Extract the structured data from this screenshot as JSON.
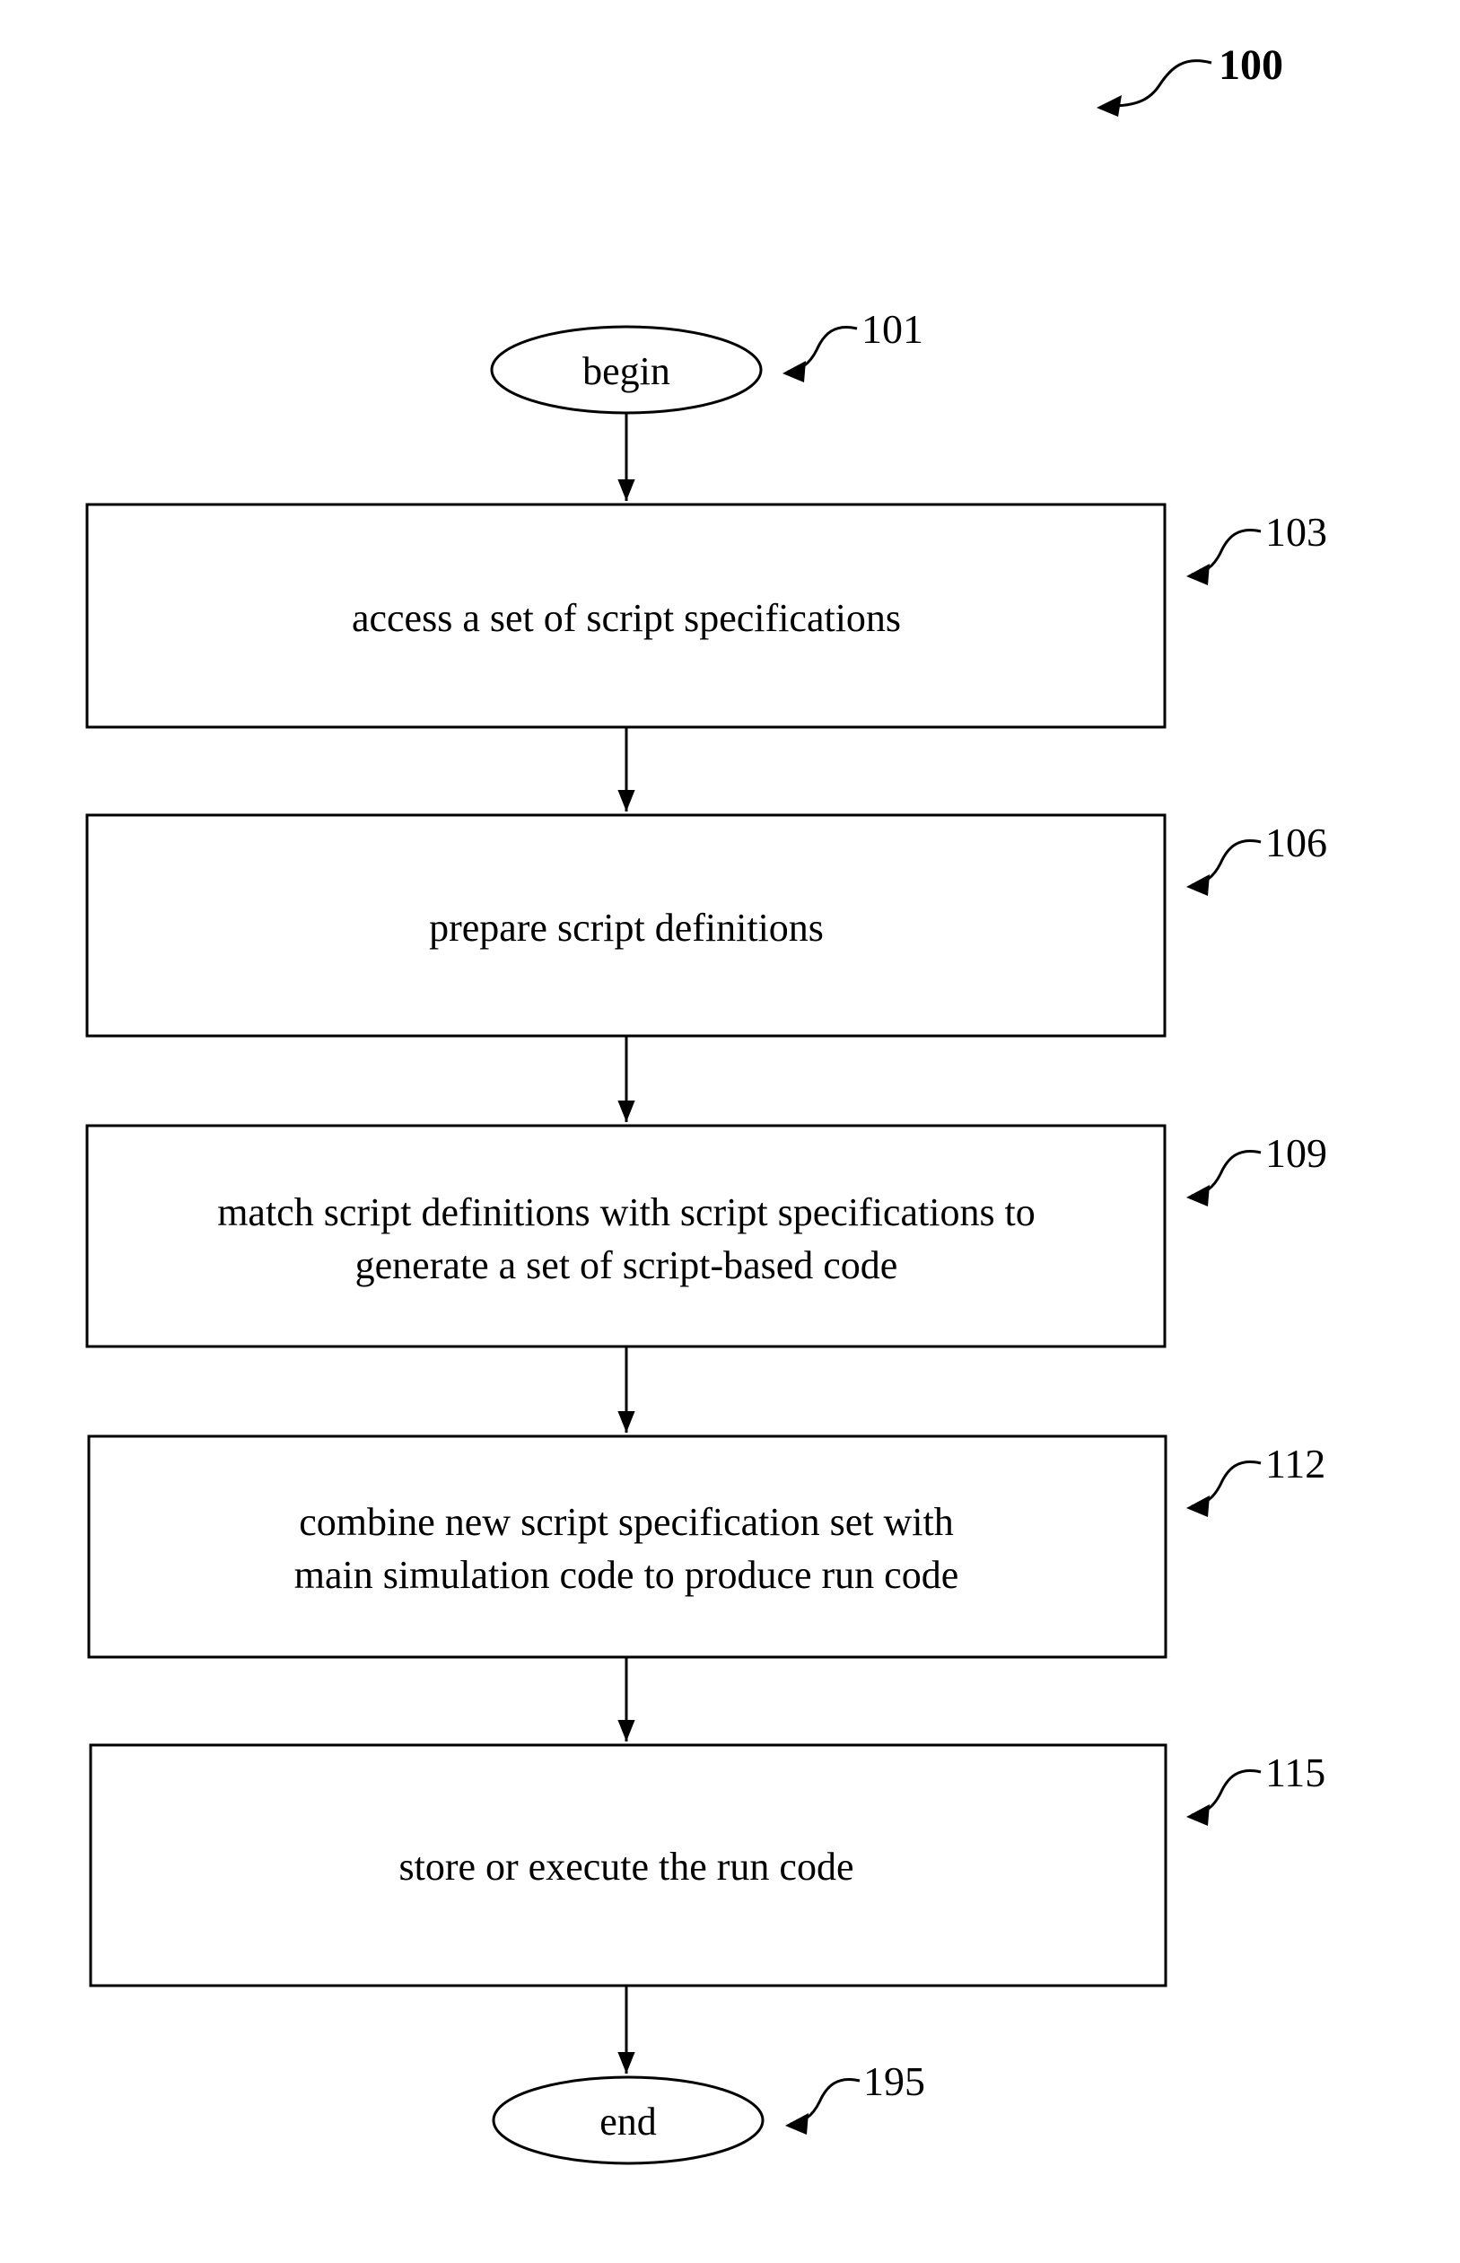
{
  "figure_ref": "100",
  "start": {
    "label": "begin",
    "ref": "101"
  },
  "steps": [
    {
      "ref": "103",
      "lines": [
        "access a set of script specifications"
      ]
    },
    {
      "ref": "106",
      "lines": [
        "prepare script definitions"
      ]
    },
    {
      "ref": "109",
      "lines": [
        "match script definitions with script specifications to",
        "generate a set of script-based code"
      ]
    },
    {
      "ref": "112",
      "lines": [
        "combine new script specification set with",
        "main simulation code to produce run code"
      ]
    },
    {
      "ref": "115",
      "lines": [
        "store or execute the run code"
      ]
    }
  ],
  "end": {
    "label": "end",
    "ref": "195"
  }
}
